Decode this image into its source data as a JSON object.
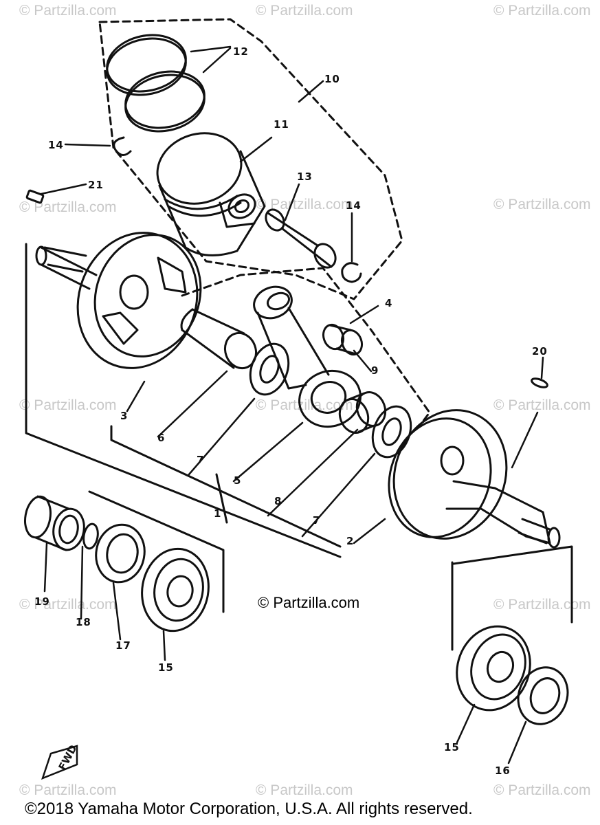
{
  "watermark": {
    "text": "© Partzilla.com",
    "center_text": "© Partzilla.com",
    "color": "#c8c8c8"
  },
  "callouts": {
    "c1": "1",
    "c2": "2",
    "c3": "3",
    "c4": "4",
    "c5": "5",
    "c6": "6",
    "c7a": "7",
    "c7b": "7",
    "c8": "8",
    "c9": "9",
    "c10": "10",
    "c11": "11",
    "c12": "12",
    "c13": "13",
    "c14a": "14",
    "c14b": "14",
    "c15a": "15",
    "c15b": "15",
    "c16": "16",
    "c17": "17",
    "c18": "18",
    "c19": "19",
    "c20": "20",
    "c21": "21"
  },
  "fwd_label": "FWD",
  "copyright": "©2018  Yamaha Motor Corporation, U.S.A. All rights reserved."
}
